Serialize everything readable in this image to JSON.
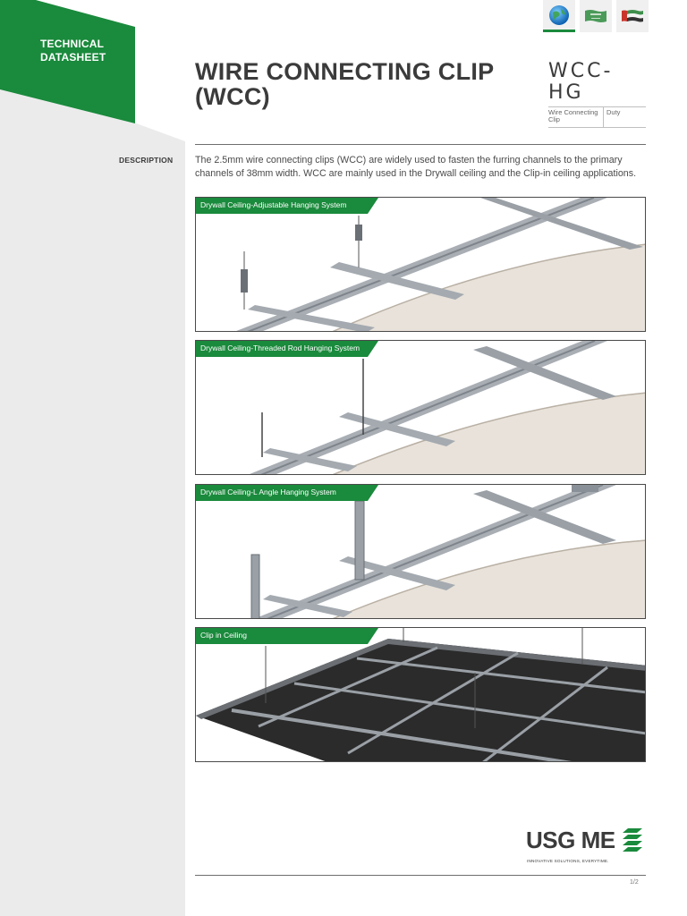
{
  "header": {
    "tab_line1": "TECHNICAL",
    "tab_line2": "DATASHEET",
    "title_line1": "WIRE CONNECTING CLIP",
    "title_line2": "(WCC)",
    "code": "WCC-HG",
    "code_desc": "Wire Connecting Clip",
    "code_duty": "Duty"
  },
  "languages": [
    {
      "name": "globe-icon"
    },
    {
      "name": "saudi-flag-icon"
    },
    {
      "name": "uae-flag-icon"
    }
  ],
  "colors": {
    "brand_green": "#1a8a3c",
    "band_grey": "#ebebeb",
    "text_dark": "#3b3b3b"
  },
  "description": {
    "label": "DESCRIPTION",
    "text": "The 2.5mm wire connecting clips (WCC) are widely used to fasten the furring channels to the primary channels of 38mm width. WCC are mainly used in the Drywall ceiling and the Clip-in ceiling applications."
  },
  "panels": [
    {
      "label": "Drywall Ceiling-Adjustable Hanging System"
    },
    {
      "label": "Drywall Ceiling-Threaded Rod Hanging System"
    },
    {
      "label": "Drywall Ceiling-L Angle Hanging System"
    },
    {
      "label": "Clip in Ceiling"
    }
  ],
  "footer": {
    "logo_text": "USG ME",
    "logo_tagline": "INNOVATIVE SOLUTIONS, EVERYTIME.",
    "page": "1/2"
  }
}
